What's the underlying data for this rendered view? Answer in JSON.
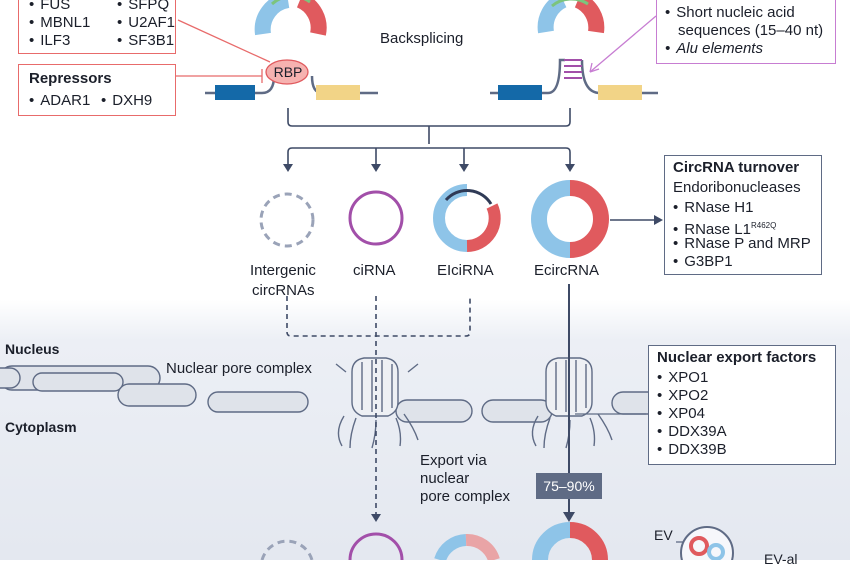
{
  "enhancers_box": {
    "items_col1": [
      "FUS",
      "MBNL1",
      "ILF3"
    ],
    "items_col2": [
      "SFPQ",
      "U2AF1",
      "SF3B1"
    ]
  },
  "repressors_box": {
    "title": "Repressors",
    "items": [
      "ADAR1",
      "DXH9"
    ]
  },
  "complementary_box": {
    "items": [
      "Short nucleic acid",
      "sequences (15–40 nt)",
      "Alu elements"
    ]
  },
  "labels": {
    "rbp": "RBP",
    "backsplicing": "Backsplicing",
    "intergenic_1": "Intergenic",
    "intergenic_2": "circRNAs",
    "cirna": "ciRNA",
    "elcirna": "EIciRNA",
    "ecircrna": "EcircRNA",
    "nucleus": "Nucleus",
    "cytoplasm": "Cytoplasm",
    "npc": "Nuclear pore complex",
    "export_1": "Export via",
    "export_2": "nuclear",
    "export_3": "pore complex",
    "percent": "75–90%",
    "ev": "EV",
    "ev_cut": "EV-al"
  },
  "turnover_box": {
    "title": "CircRNA turnover",
    "subtitle": "Endoribonucleases",
    "items": [
      "RNase H1",
      "RNase L1",
      "RNase P and MRP",
      "G3BP1"
    ],
    "superscript": "R462Q"
  },
  "export_box": {
    "title": "Nuclear export factors",
    "items": [
      "XPO1",
      "XPO2",
      "XP04",
      "DDX39A",
      "DDX39B"
    ]
  },
  "colors": {
    "blue": "#8ec4e8",
    "red": "#e05a5e",
    "purple": "#a24fa9",
    "slate": "#5f6b85",
    "green": "#7cc47d",
    "yellow": "#f2d487",
    "exon_blue": "#1469a8",
    "pink_box": "#e86b6b",
    "violet_box": "#c77dd2"
  }
}
